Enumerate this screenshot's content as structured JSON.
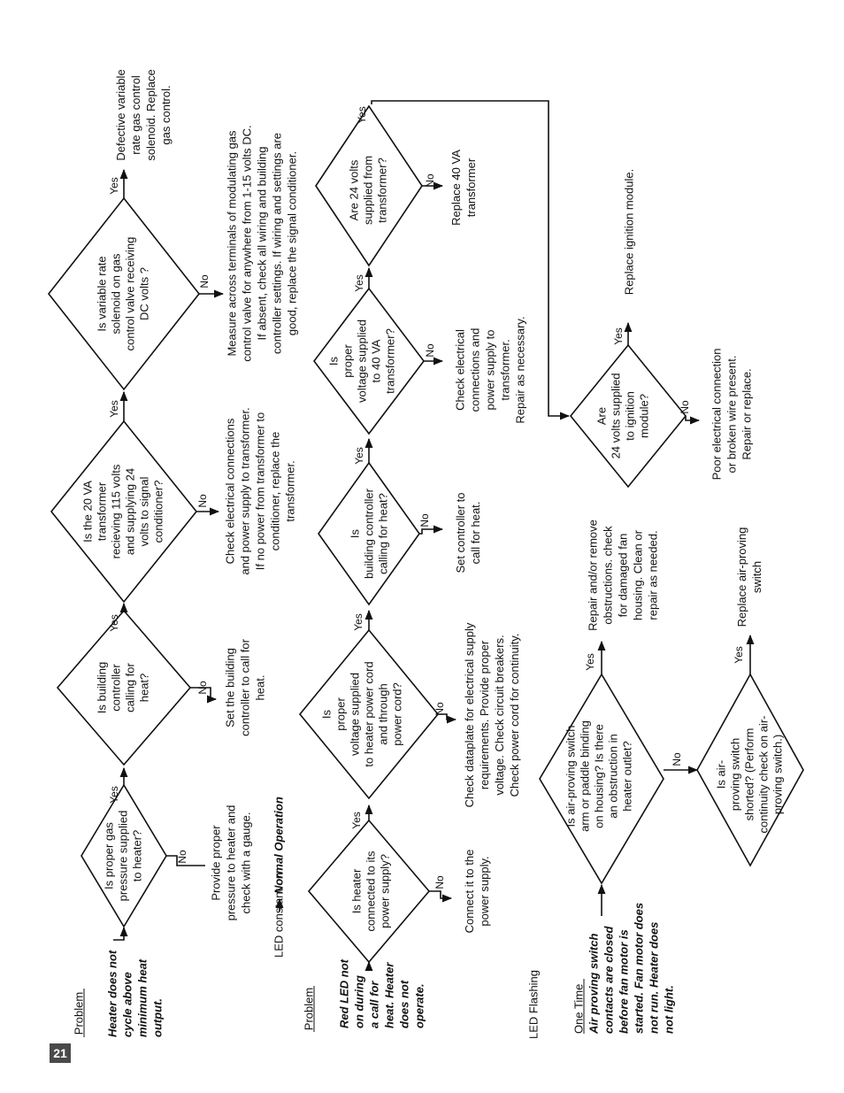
{
  "page_number": "21",
  "headings": {
    "problem_1": "Problem",
    "led_constant": "LED constant on",
    "normal_operation": "Normal Operation",
    "problem_2": "Problem",
    "led_flashing": "LED Flashing",
    "one_time": "One Time"
  },
  "answers": {
    "yes": "Yes",
    "no": "No"
  },
  "problems": [
    [
      "Heater does not",
      "cycle above",
      "minimum heat",
      "output."
    ],
    [
      "Red LED  not",
      "on during",
      "a call for",
      "heat. Heater",
      "does not",
      "operate."
    ],
    [
      "Air proving switch",
      "contacts are closed",
      "before fan motor is",
      "started. Fan motor does",
      "not run.  Heater does",
      "not light."
    ]
  ],
  "row1": {
    "decisions": [
      [
        "Is proper gas",
        "pressure supplied",
        "to heater?"
      ],
      [
        "Is  building",
        "controller",
        "calling for",
        "heat?"
      ],
      [
        "Is the 20 VA",
        "transformer",
        "recieving 115 volts",
        "and supplying 24",
        "volts to signal",
        "conditioner?"
      ],
      [
        "Is variable rate",
        "solenoid on gas",
        "control valve receiving",
        "DC volts ?"
      ]
    ],
    "actions": [
      [
        "Provide proper",
        "pressure to heater and",
        "check with a gauge."
      ],
      [
        "Set the building",
        "controller to call for",
        "heat."
      ],
      [
        "Check electrical connections",
        "and power supply to transformer.",
        "If no power from transformer to",
        "conditioner, replace the",
        "transformer."
      ],
      [
        "Measure across terminals of modulating gas",
        "control valve for anywhere from 1-15 volts DC.",
        "If absent, check all wiring and building",
        "controller settings. If wiring and settings are",
        "good, replace the signal conditioner."
      ],
      [
        "Defective variable",
        "rate gas control",
        "solenoid. Replace",
        "gas control."
      ]
    ]
  },
  "row2": {
    "decisions": [
      [
        "Is heater",
        "connected to its",
        "power supply?"
      ],
      [
        "Is",
        "proper",
        "voltage supplied",
        "to heater power cord",
        "and through",
        "power cord?"
      ],
      [
        "Is",
        "building controller",
        "calling for heat?"
      ],
      [
        "Is",
        "proper",
        "voltage supplied",
        "to  40 VA",
        "transformer?"
      ],
      [
        "Are 24 volts",
        "supplied from",
        "transformer?"
      ],
      [
        "Are",
        "24 volts supplied",
        "to ignition",
        "module?"
      ]
    ],
    "actions": [
      [
        "Connect it to the",
        "power supply."
      ],
      [
        "Check dataplate for electrical supply",
        "requirements.  Provide proper",
        "voltage.   Check circuit breakers.",
        "Check power cord for continuity."
      ],
      [
        "Set controller to",
        "call for heat."
      ],
      [
        "Check electrical",
        "connections and",
        "power supply to",
        "transformer.",
        "Repair as necessary."
      ],
      [
        "Replace  40 VA",
        "transformer"
      ],
      [
        "Replace ignition module."
      ],
      [
        "Poor electrical connection",
        "or broken wire present.",
        "Repair or replace."
      ]
    ]
  },
  "row3": {
    "decisions": [
      [
        "Is air-proving switch",
        "arm or paddle binding",
        "on housing?  Is there",
        "an obstruction in",
        "heater outlet?"
      ],
      [
        "Is air-",
        "proving switch",
        "shorted? (Perform",
        "continuity check on air-",
        "proving switch.)"
      ]
    ],
    "actions": [
      [
        "Repair and/or remove",
        "obstructions. check",
        "for damaged fan",
        "housing. Clean or",
        "repair as needed."
      ],
      [
        "Replace air-proving",
        "switch"
      ]
    ]
  }
}
